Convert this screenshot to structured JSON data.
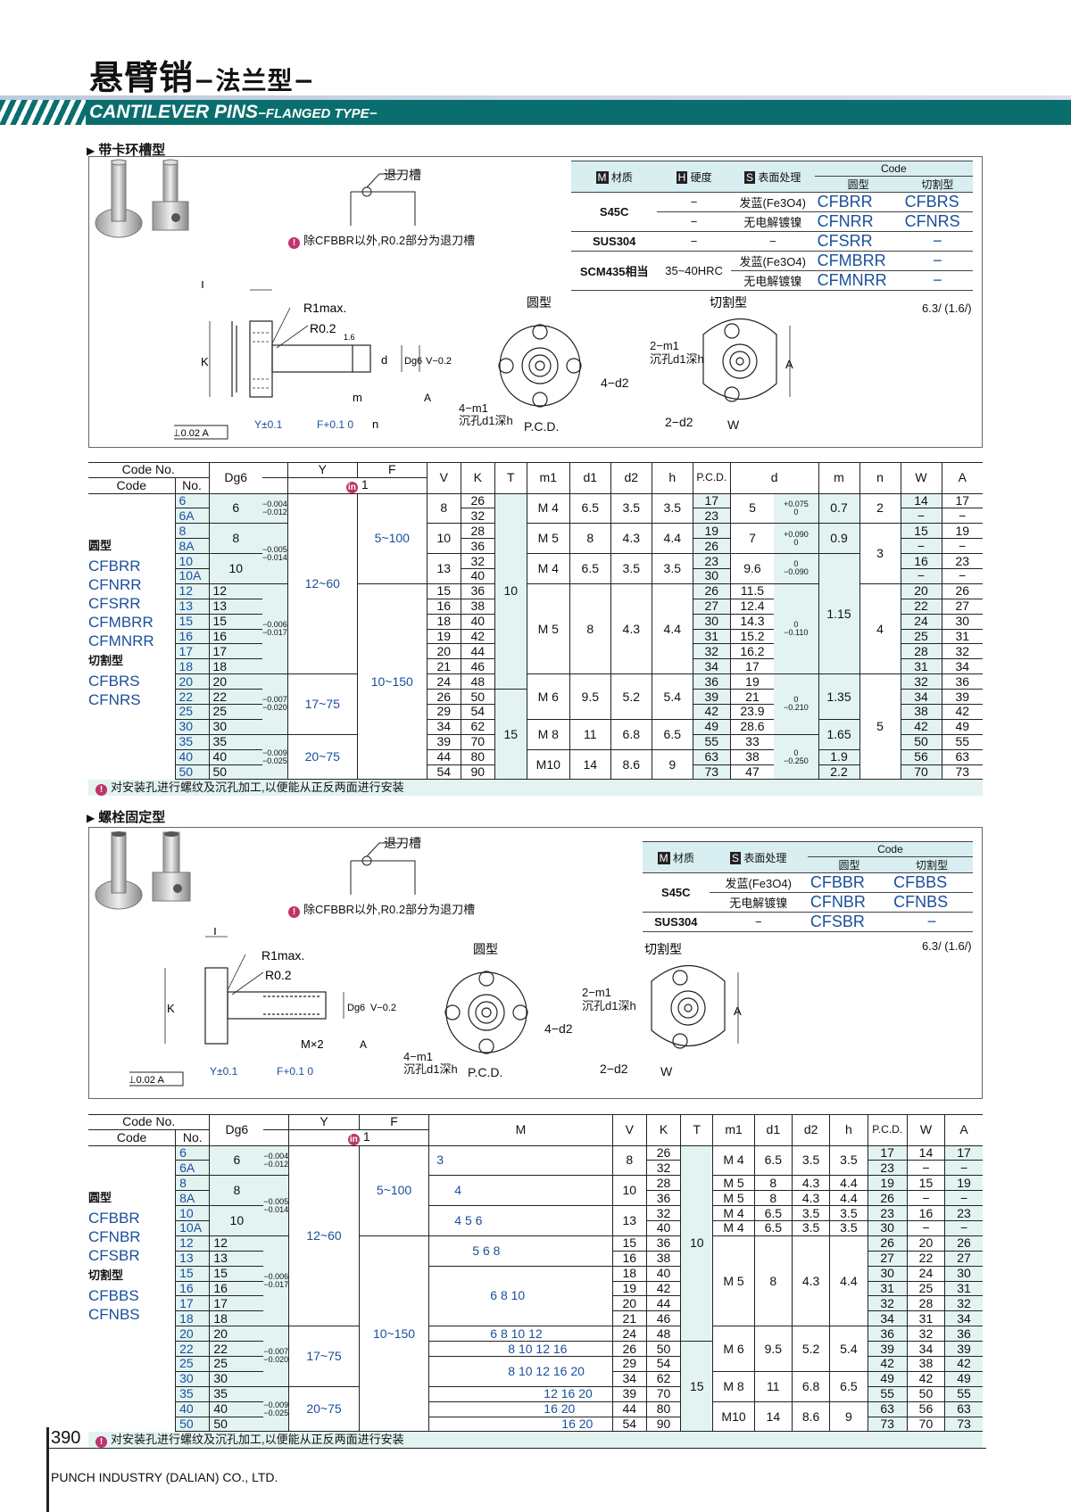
{
  "title": {
    "cn": "悬臂销",
    "cn_sub": "−法兰型−",
    "en": "CANTILEVER PINS",
    "en_sub": "−FLANGED TYPE−"
  },
  "footer": {
    "page": "390",
    "company": "PUNCH INDUSTRY (DALIAN) CO., LTD."
  },
  "colors": {
    "accent": "#0b6e6e",
    "shade": "#e2f3f2",
    "code_blue": "#1a4f9c"
  },
  "s1": {
    "heading": "带卡环槽型",
    "groove_label": "退刀槽",
    "groove_note": "除CFBBR以外,R0.2部分为退刀槽",
    "spec_hdr": {
      "material": "材质",
      "hardness": "硬度",
      "surface": "表面处理",
      "code": "Code",
      "round": "圆型",
      "cut": "切割型",
      "m": "M",
      "h": "H",
      "s": "S"
    },
    "spec_rows": [
      {
        "mat": "S45C",
        "hard": "−",
        "surf": "发蓝(Fe3O4)",
        "round": "CFBRR",
        "cut": "CFBRS"
      },
      {
        "mat": "",
        "hard": "−",
        "surf": "无电解镀镍",
        "round": "CFNRR",
        "cut": "CFNRS"
      },
      {
        "mat": "SUS304",
        "hard": "−",
        "surf": "−",
        "round": "CFSRR",
        "cut": "−"
      },
      {
        "mat": "SCM435相当",
        "hard": "35~40HRC",
        "surf": "发蓝(Fe3O4)",
        "round": "CFMBRR",
        "cut": "−"
      },
      {
        "mat": "",
        "hard": "",
        "surf": "无电解镀镍",
        "round": "CFMNRR",
        "cut": "−"
      }
    ],
    "diagram": {
      "round": "圆型",
      "cut": "切割型",
      "R1": "R1max.",
      "R02": "R0.2",
      "T": "T",
      "K": "K",
      "d": "d",
      "Dg6": "Dg6",
      "V": "V−0.2",
      "m": "m",
      "n": "n",
      "A": "A",
      "Y": "Y±0.1",
      "F": "F+0.1 0",
      "flat": "⊥0.02 A",
      "r16": "1.6",
      "m1_4": "4−m1",
      "sink": "沉孔d1深h",
      "pcd": "P.C.D.",
      "d2_4": "4−d2",
      "m1_2": "2−m1",
      "sink2": "沉孔d1深h",
      "d2_2": "2−d2",
      "W": "W",
      "Aa": "A",
      "rough": "6.3/ (1.6/)"
    },
    "table_hdr": {
      "codeno": "Code No.",
      "code": "Code",
      "no": "No.",
      "dg6": "Dg6",
      "y": "Y",
      "f": "F",
      "i1": "1",
      "v": "V",
      "k": "K",
      "t": "T",
      "m1": "m1",
      "d1": "d1",
      "d2": "d2",
      "h": "h",
      "pcd": "P.C.D.",
      "d": "d",
      "m": "m",
      "n": "n",
      "w": "W",
      "a": "A"
    },
    "cat_round": "圆型",
    "codes_round": [
      "CFBRR",
      "CFNRR",
      "CFSRR",
      "CFMBRR",
      "CFMNRR"
    ],
    "cat_cut": "切割型",
    "codes_cut": [
      "CFBRS",
      "CFNRS"
    ],
    "note": "对安装孔进行螺纹及沉孔加工,以便能从正反两面进行安装",
    "rows": [
      [
        "6",
        "6",
        "8",
        "26",
        "17",
        "14",
        "17"
      ],
      [
        "6A",
        "",
        "",
        "32",
        "23",
        "−",
        "−"
      ],
      [
        "8",
        "8",
        "10",
        "28",
        "19",
        "15",
        "19"
      ],
      [
        "8A",
        "",
        "",
        "36",
        "26",
        "−",
        "−"
      ],
      [
        "10",
        "10",
        "13",
        "32",
        "23",
        "16",
        "23"
      ],
      [
        "10A",
        "",
        "",
        "40",
        "30",
        "−",
        "−"
      ],
      [
        "12",
        "12",
        "15",
        "36",
        "26",
        "20",
        "26"
      ],
      [
        "13",
        "13",
        "16",
        "38",
        "27",
        "22",
        "27"
      ],
      [
        "15",
        "15",
        "18",
        "40",
        "30",
        "24",
        "30"
      ],
      [
        "16",
        "16",
        "19",
        "42",
        "31",
        "25",
        "31"
      ],
      [
        "17",
        "17",
        "20",
        "44",
        "32",
        "28",
        "32"
      ],
      [
        "18",
        "18",
        "21",
        "46",
        "34",
        "31",
        "34"
      ],
      [
        "20",
        "20",
        "24",
        "48",
        "36",
        "32",
        "36"
      ],
      [
        "22",
        "22",
        "26",
        "50",
        "39",
        "34",
        "39"
      ],
      [
        "25",
        "25",
        "29",
        "54",
        "42",
        "38",
        "42"
      ],
      [
        "30",
        "30",
        "34",
        "62",
        "49",
        "42",
        "49"
      ],
      [
        "35",
        "35",
        "39",
        "70",
        "55",
        "50",
        "55"
      ],
      [
        "40",
        "40",
        "44",
        "80",
        "63",
        "56",
        "63"
      ],
      [
        "50",
        "50",
        "54",
        "90",
        "73",
        "70",
        "73"
      ]
    ],
    "dvals": [
      "5",
      "",
      "7",
      "",
      "9.6",
      "",
      "11.5",
      "12.4",
      "14.3",
      "15.2",
      "16.2",
      "17",
      "19",
      "21",
      "23.9",
      "28.6",
      "33",
      "38",
      "47"
    ],
    "mvals": [
      "0.7",
      "0.9",
      "1.15",
      "1.35",
      "1.65",
      "1.9",
      "2.2"
    ],
    "tols": {
      "t1": "−0.004\n−0.012",
      "t2": "−0.005\n−0.014",
      "t3": "−0.006\n−0.017",
      "t4": "−0.007\n−0.020",
      "t5": "−0.009\n−0.025"
    },
    "dtols": {
      "a": "+0.075\n0",
      "b": "+0.090\n0",
      "c": "0\n−0.090",
      "d": "0\n−0.110",
      "e": "0\n−0.210",
      "f": "0\n−0.250"
    },
    "yranges": [
      "12~60",
      "17~75",
      "20~75"
    ],
    "franges": [
      "5~100",
      "10~150"
    ],
    "tvals": [
      "10",
      "15"
    ],
    "nvals": [
      "2",
      "3",
      "4",
      "5"
    ],
    "mgroups": [
      {
        "m1": "M 4",
        "d1": "6.5",
        "d2": "3.5",
        "h": "3.5"
      },
      {
        "m1": "M 5",
        "d1": "8",
        "d2": "4.3",
        "h": "4.4"
      },
      {
        "m1": "M 4",
        "d1": "6.5",
        "d2": "3.5",
        "h": "3.5"
      },
      {
        "m1": "M 5",
        "d1": "8",
        "d2": "4.3",
        "h": "4.4"
      },
      {
        "m1": "M 6",
        "d1": "9.5",
        "d2": "5.2",
        "h": "5.4"
      },
      {
        "m1": "M 8",
        "d1": "11",
        "d2": "6.8",
        "h": "6.5"
      },
      {
        "m1": "M10",
        "d1": "14",
        "d2": "8.6",
        "h": "9"
      }
    ]
  },
  "s2": {
    "heading": "螺栓固定型",
    "groove_label": "退刀槽",
    "groove_note": "除CFBBR以外,R0.2部分为退刀槽",
    "spec_rows": [
      {
        "mat": "S45C",
        "surf": "发蓝(Fe3O4)",
        "round": "CFBBR",
        "cut": "CFBBS"
      },
      {
        "mat": "",
        "surf": "无电解镀镍",
        "round": "CFNBR",
        "cut": "CFNBS"
      },
      {
        "mat": "SUS304",
        "surf": "−",
        "round": "CFSBR",
        "cut": "−"
      }
    ],
    "diagram": {
      "mx2": "M×2"
    },
    "m_hdr": "M",
    "cat_round": "圆型",
    "codes_round": [
      "CFBBR",
      "CFNBR",
      "CFSBR"
    ],
    "cat_cut": "切割型",
    "codes_cut": [
      "CFBBS",
      "CFNBS"
    ],
    "mlist": [
      "3",
      "4",
      "4  5  6",
      "5  6  8",
      "6  8  10",
      "6  8  10  12",
      "8  10  12  16",
      "8  10  12  16  20",
      "12  16  20",
      "16  20"
    ],
    "rows": [
      [
        "6",
        "6",
        "8",
        "26",
        "17",
        "14",
        "17"
      ],
      [
        "6A",
        "",
        "",
        "32",
        "23",
        "−",
        "−"
      ],
      [
        "8",
        "8",
        "10",
        "28",
        "19",
        "15",
        "19"
      ],
      [
        "8A",
        "",
        "",
        "36",
        "26",
        "−",
        "−"
      ],
      [
        "10",
        "10",
        "13",
        "32",
        "23",
        "16",
        "23"
      ],
      [
        "10A",
        "",
        "",
        "40",
        "30",
        "−",
        "−"
      ],
      [
        "12",
        "12",
        "15",
        "36",
        "26",
        "20",
        "26"
      ],
      [
        "13",
        "13",
        "16",
        "38",
        "27",
        "22",
        "27"
      ],
      [
        "15",
        "15",
        "18",
        "40",
        "30",
        "24",
        "30"
      ],
      [
        "16",
        "16",
        "19",
        "42",
        "31",
        "25",
        "31"
      ],
      [
        "17",
        "17",
        "20",
        "44",
        "32",
        "28",
        "32"
      ],
      [
        "18",
        "18",
        "21",
        "46",
        "34",
        "31",
        "34"
      ],
      [
        "20",
        "20",
        "24",
        "48",
        "36",
        "32",
        "36"
      ],
      [
        "22",
        "22",
        "26",
        "50",
        "39",
        "34",
        "39"
      ],
      [
        "25",
        "25",
        "29",
        "54",
        "42",
        "38",
        "42"
      ],
      [
        "30",
        "30",
        "34",
        "62",
        "49",
        "42",
        "49"
      ],
      [
        "35",
        "35",
        "39",
        "70",
        "55",
        "50",
        "55"
      ],
      [
        "40",
        "40",
        "44",
        "80",
        "63",
        "56",
        "63"
      ],
      [
        "50",
        "50",
        "54",
        "90",
        "73",
        "70",
        "73"
      ]
    ]
  }
}
